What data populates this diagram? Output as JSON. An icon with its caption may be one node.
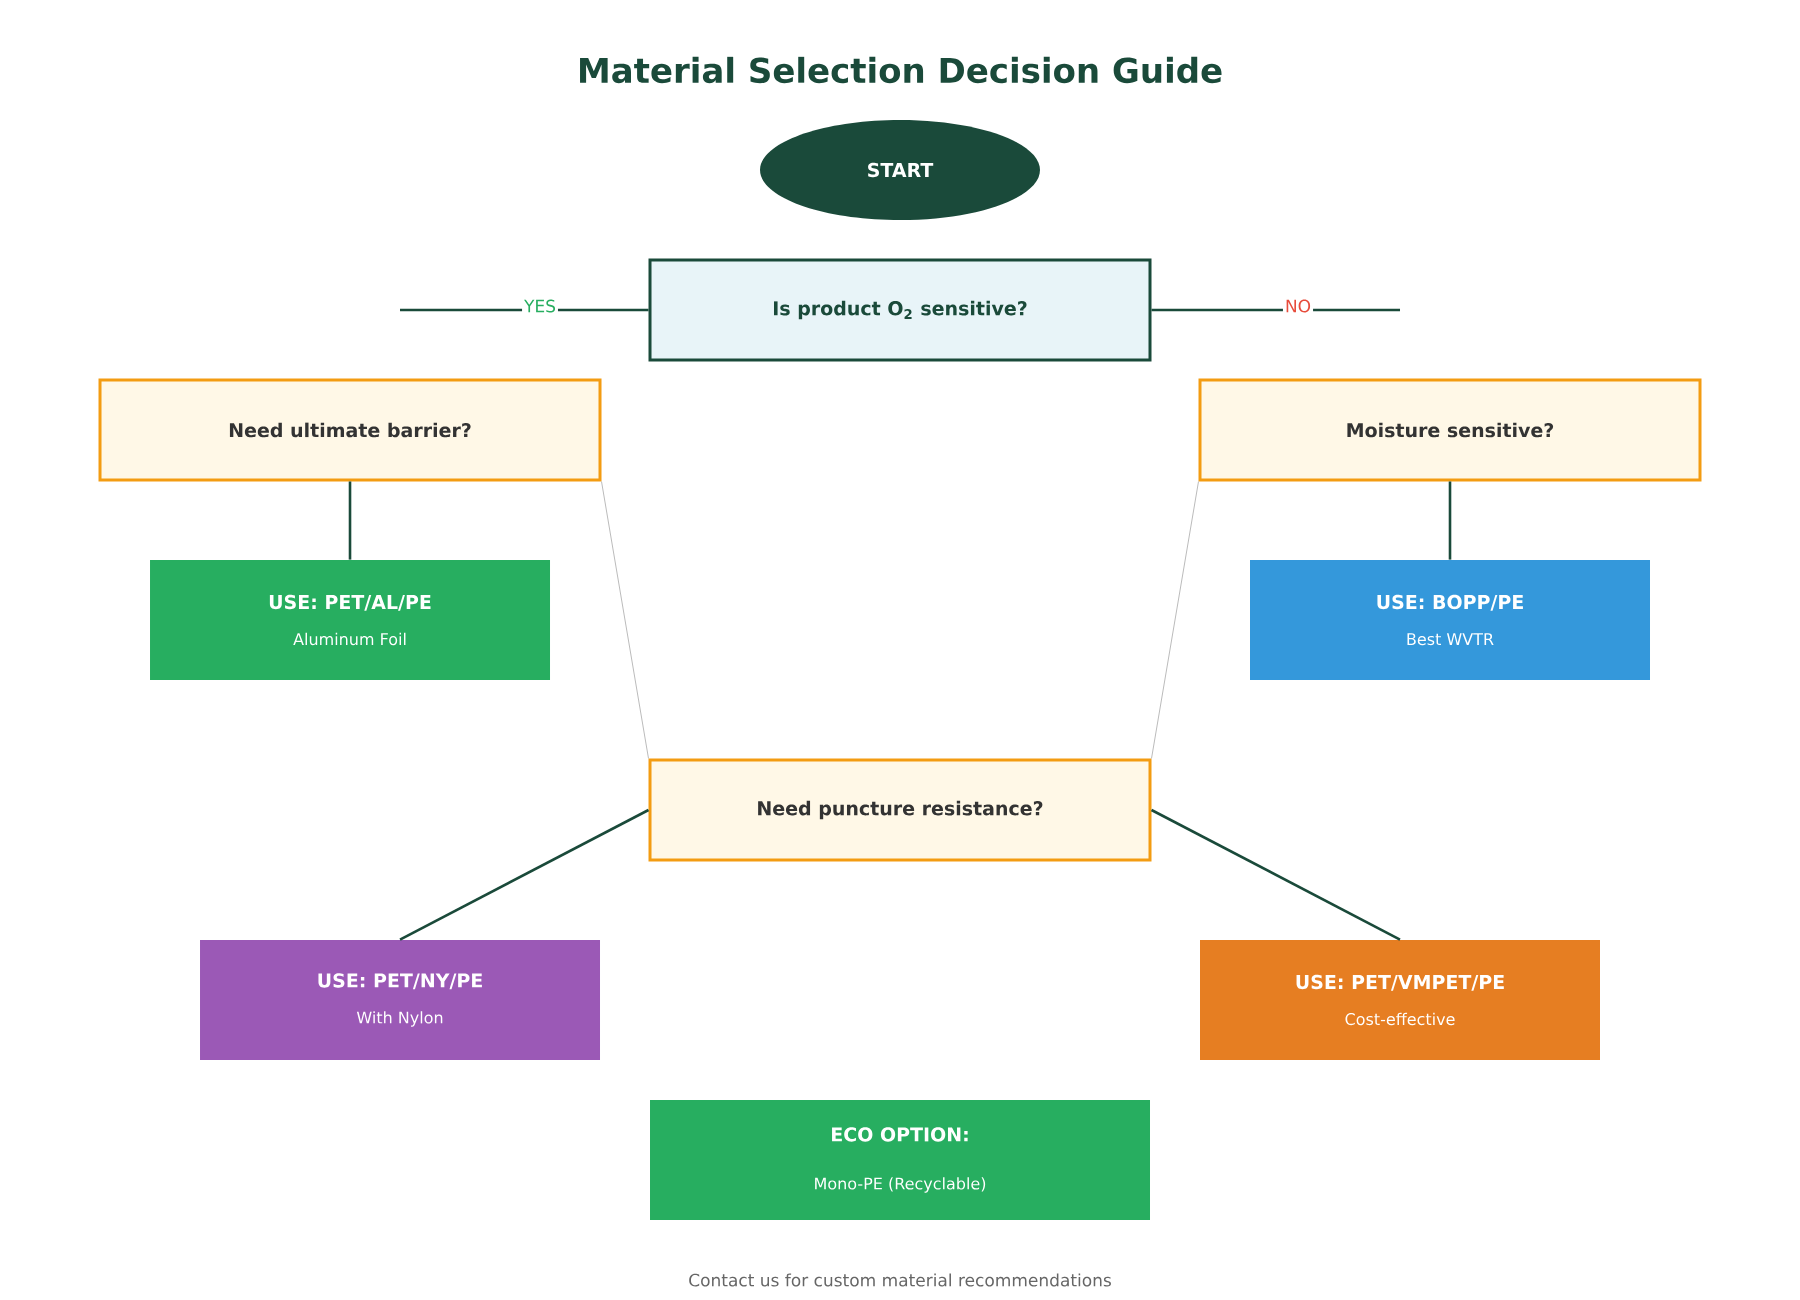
{
  "diagram": {
    "title": "Material Selection Decision Guide",
    "nodes": [
      {
        "text": [
          "START"
        ]
      },
      {
        "text": [
          "Is product O$_{2}$ sensitive?"
        ]
      },
      {
        "text": [
          "Need ultimate barrier?"
        ]
      },
      {
        "text": [
          "Moisture sensitive?"
        ]
      },
      {
        "text": [
          "USE: PET/AL/PE",
          "Aluminum Foil"
        ]
      },
      {
        "text": [
          "USE: BOPP/PE",
          "Best WVTR"
        ]
      },
      {
        "text": [
          "Need puncture resistance?"
        ]
      },
      {
        "text": [
          "USE: PET/NY/PE",
          "With Nylon"
        ]
      },
      {
        "text": [
          "USE: PET/VMPET/PE",
          "Cost-effective"
        ]
      },
      {
        "text": [
          "ECO OPTION:",
          "Mono-PE (Recyclable)"
        ]
      }
    ],
    "edges": [
      {
        "from": 1,
        "to": null,
        "arrow": "none",
        "label": "YES"
      },
      {
        "from": 1,
        "to": null,
        "arrow": "none",
        "label": "NO"
      },
      {
        "from": 2,
        "to": 4,
        "arrow": "none"
      },
      {
        "from": 3,
        "to": 5,
        "arrow": "none"
      },
      {
        "from": 2,
        "to": 6,
        "arrow": "none",
        "color": "#bbbbbb"
      },
      {
        "from": 3,
        "to": 6,
        "arrow": "none",
        "color": "#bbbbbb"
      },
      {
        "from": 6,
        "to": 7,
        "arrow": "none"
      },
      {
        "from": 6,
        "to": 8,
        "arrow": "none"
      }
    ],
    "labels": [
      "Contact us for custom material recommendations"
    ]
  }
}
